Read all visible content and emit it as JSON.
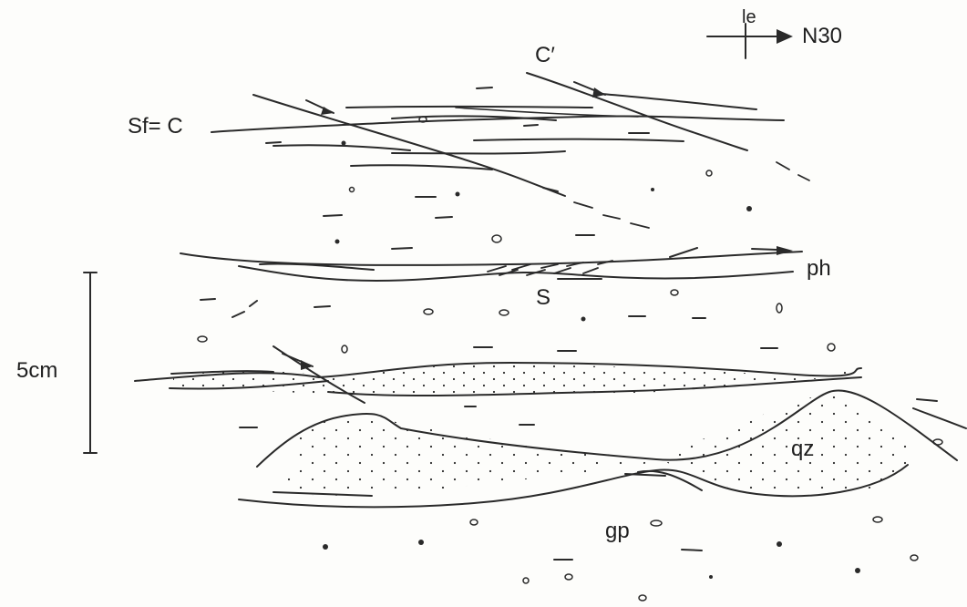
{
  "labels": {
    "cprime": "C′",
    "sf_c": "Sf= C",
    "orientation_top": "le",
    "orientation_dir": "N30",
    "ph": "ph",
    "s": "S",
    "scale": "5cm",
    "qz": "qz",
    "gp": "gp"
  }
}
